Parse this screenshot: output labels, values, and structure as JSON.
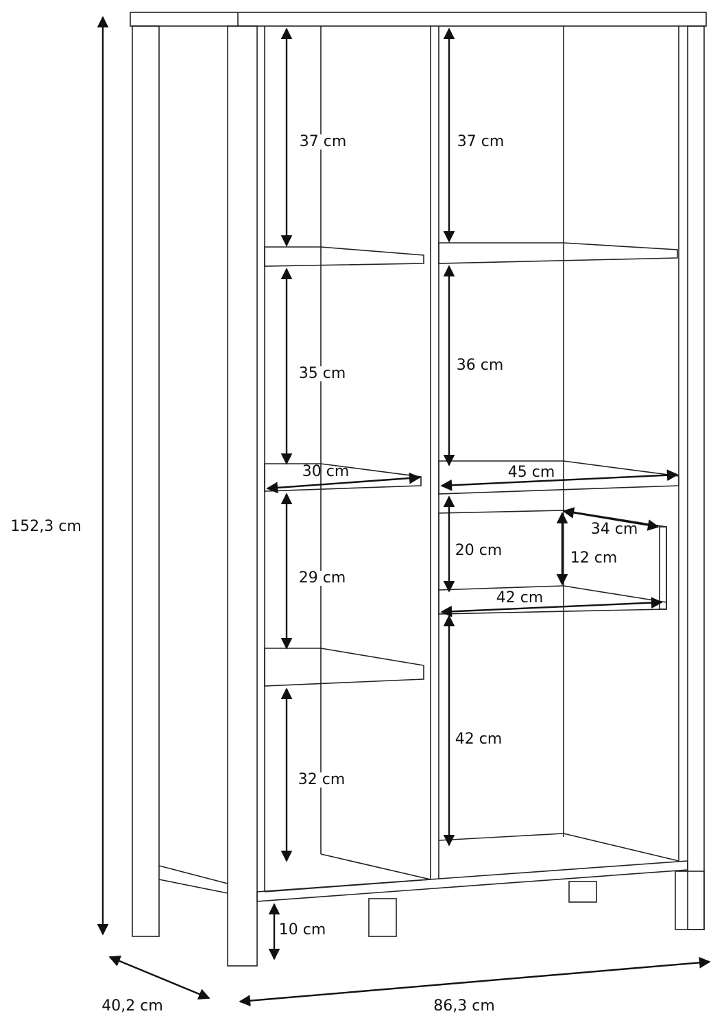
{
  "title": "Shelf cabinet dimensions",
  "dimensions": {
    "height_total": "152,3 cm",
    "depth_total": "40,2 cm",
    "width_total": "86,3 cm",
    "leg_height": "10 cm",
    "left_column": {
      "compartment_1": "37 cm",
      "compartment_2": "35 cm",
      "shelf_depth": "30 cm",
      "compartment_3": "29 cm",
      "compartment_4": "32 cm"
    },
    "right_column": {
      "compartment_1": "37 cm",
      "compartment_2": "36 cm",
      "shelf_width": "45 cm",
      "drawer_opening": "20 cm",
      "drawer_depth": "34 cm",
      "drawer_height": "12 cm",
      "drawer_width": "42 cm",
      "compartment_bottom": "42 cm"
    }
  },
  "colors": {
    "line": "#111111",
    "background": "#ffffff"
  }
}
